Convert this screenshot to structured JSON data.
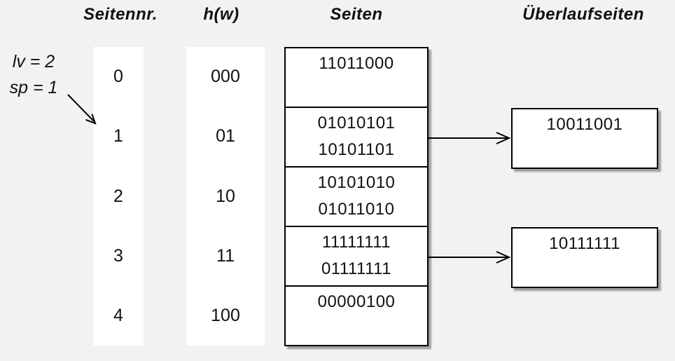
{
  "colors": {
    "background": "#f2f2f2",
    "box_fill": "#ffffff",
    "line": "#000000",
    "shadow": "rgba(0,0,0,0.35)"
  },
  "headers": {
    "seitennr": "Seitennr.",
    "hw": "h(w)",
    "seiten": "Seiten",
    "ueberlauf": "Überlaufseiten"
  },
  "annotation": {
    "lv": "lv = 2",
    "sp": "sp = 1"
  },
  "rows": [
    {
      "page_no": "0",
      "hash": "000",
      "entries": [
        "11011000"
      ],
      "overflow": null
    },
    {
      "page_no": "1",
      "hash": "01",
      "entries": [
        "01010101",
        "10101101"
      ],
      "overflow": "10011001"
    },
    {
      "page_no": "2",
      "hash": "10",
      "entries": [
        "10101010",
        "01011010"
      ],
      "overflow": null
    },
    {
      "page_no": "3",
      "hash": "11",
      "entries": [
        "11111111",
        "01111111"
      ],
      "overflow": "10111111"
    },
    {
      "page_no": "4",
      "hash": "100",
      "entries": [
        "00000100"
      ],
      "overflow": null
    }
  ]
}
